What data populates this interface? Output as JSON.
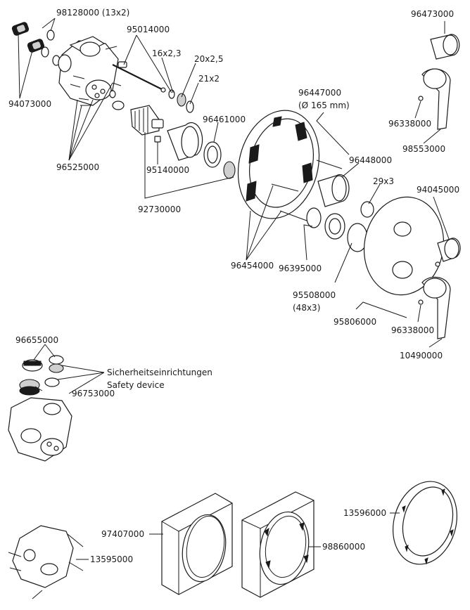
{
  "labels": {
    "p98128000": "98128000 (13x2)",
    "p95014000": "95014000",
    "p94073000": "94073000",
    "p16x23": "16x2,3",
    "p20x25": "20x2,5",
    "p21x2": "21x2",
    "p96473000": "96473000",
    "p96447000": "96447000",
    "p165mm": "(Ø 165 mm)",
    "p96338000_top": "96338000",
    "p98553000": "98553000",
    "p96461000": "96461000",
    "p96448000": "96448000",
    "p29x3": "29x3",
    "p94045000": "94045000",
    "p96525000": "96525000",
    "p95140000": "95140000",
    "p92730000": "92730000",
    "p96454000": "96454000",
    "p96395000": "96395000",
    "p95508000": "95508000",
    "p48x3": "(48x3)",
    "p95806000": "95806000",
    "p96338000_bot": "96338000",
    "p10490000": "10490000",
    "p96655000": "96655000",
    "p96753000": "96753000",
    "p_safety_de": "Sicherheitseinrichtungen",
    "p_safety_en": "Safety device",
    "p97407000": "97407000",
    "p98860000": "98860000",
    "p13596000": "13596000",
    "p13595000": "13595000"
  }
}
